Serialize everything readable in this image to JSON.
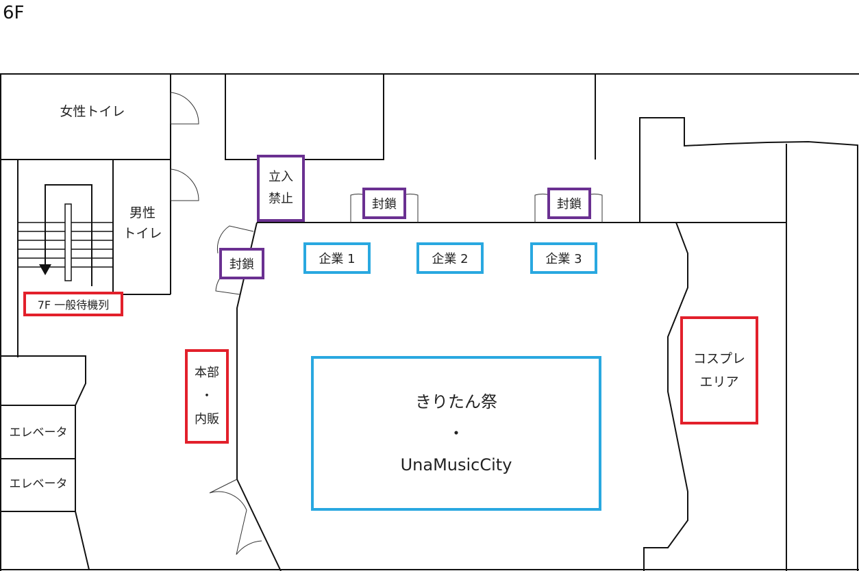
{
  "floor_label": "6F",
  "rooms": {
    "women_restroom": "女性トイレ",
    "men_restroom_line1": "男性",
    "men_restroom_line2": "トイレ",
    "elevator_1": "エレベータ",
    "elevator_2": "エレベータ"
  },
  "markers": {
    "no_entry_line1": "立入",
    "no_entry_line2": "禁止",
    "closed_left": "封鎖",
    "closed_top_1": "封鎖",
    "closed_top_2": "封鎖",
    "queue_7f": "7F 一般待機列",
    "headquarters_line1": "本部",
    "headquarters_line2": "・",
    "headquarters_line3": "内販",
    "company_1": "企業 1",
    "company_2": "企業 2",
    "company_3": "企業 3",
    "main_event_line1": "きりたん祭",
    "main_event_line2": "・",
    "main_event_line3": "UnaMusicCity",
    "cosplay_line1": "コスプレ",
    "cosplay_line2": "エリア"
  },
  "colors": {
    "closed_border": "#6a3091",
    "company_border": "#29a8e0",
    "area_border": "#e2202b",
    "wall": "#111111"
  }
}
